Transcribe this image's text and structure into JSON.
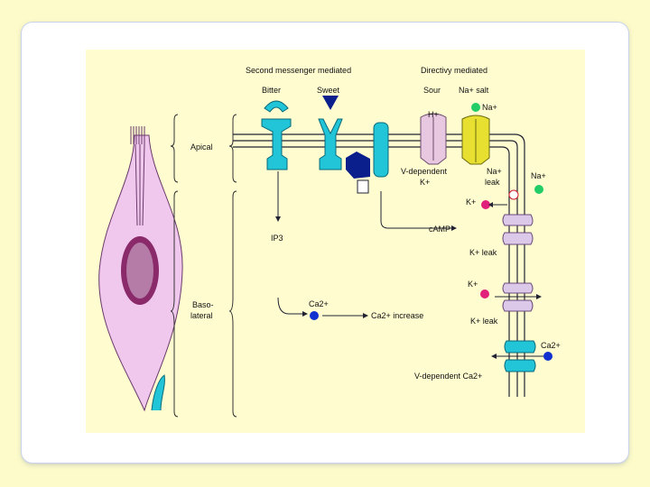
{
  "headers": {
    "second_messenger": "Second messenger mediated",
    "directly": "Directivy mediated"
  },
  "stimuli": {
    "bitter": "Bitter",
    "sweet": "Sweet",
    "sour": "Sour",
    "salt": "Na+ salt"
  },
  "regions": {
    "apical": "Apical",
    "basolateral_1": "Baso-",
    "basolateral_2": "lateral"
  },
  "labels": {
    "h_plus": "H+",
    "na_top": "Na+",
    "v_dependent_k_1": "V-dependent",
    "v_dependent_k_2": "K+",
    "na_leak_1": "Na+",
    "na_leak_2": "leak",
    "na_right": "Na+",
    "k_plus_1": "K+",
    "camp": "cAMP",
    "ip3": "IP3",
    "k_leak_1": "K+ leak",
    "k_plus_2": "K+",
    "ca2_left": "Ca2+",
    "ca2_increase": "Ca2+ increase",
    "k_leak_2": "K+ leak",
    "ca2_right": "Ca2+",
    "v_dependent_ca": "V-dependent Ca2+"
  },
  "colors": {
    "background": "#fdfbc9",
    "panel": "#fffdd0",
    "receptor_cyan": "#22c4d8",
    "sweet_navy": "#0a1f8c",
    "sour_channel": "#e8c8e0",
    "salt_channel": "#e8e030",
    "channel_lavender": "#dcc8e8",
    "cell_pink": "#f0c8ee",
    "nucleus": "#8a2a6a",
    "ion_green": "#22cc66",
    "ion_magenta": "#e0207a",
    "ion_blue": "#1030d0"
  }
}
